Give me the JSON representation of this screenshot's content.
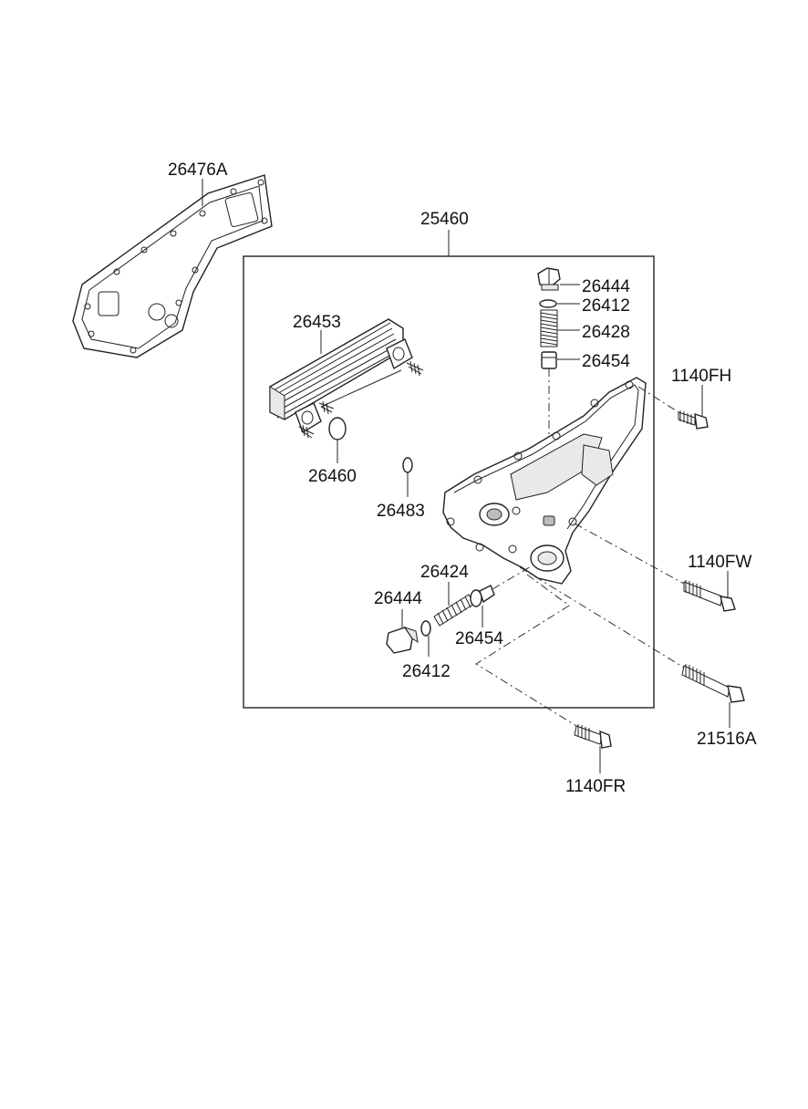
{
  "callouts": {
    "gasket": "26476A",
    "assembly": "25460",
    "plug_top": "26444",
    "oring_top": "26412",
    "spring_top": "26428",
    "valve_top": "26454",
    "cooler": "26453",
    "oring_cooler": "26460",
    "oring_small": "26483",
    "spring_side": "26424",
    "plug_side": "26444",
    "valve_side": "26454",
    "oring_side": "26412",
    "bolt_fh": "1140FH",
    "bolt_fw": "1140FW",
    "bolt_long": "21516A",
    "bolt_fr": "1140FR"
  }
}
